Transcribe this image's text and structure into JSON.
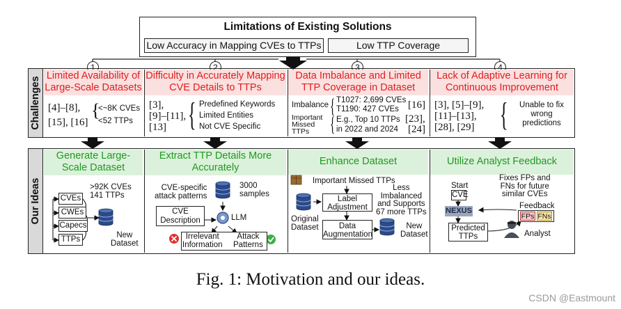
{
  "title": "Limitations of Existing Solutions",
  "limitations": [
    "Low Accuracy in Mapping CVEs to TTPs",
    "Low TTP Coverage"
  ],
  "row_labels": {
    "challenges": "Challenges",
    "ideas": "Our Ideas"
  },
  "numbers": [
    "1",
    "2",
    "3",
    "4"
  ],
  "challenges": {
    "c1": {
      "title_l1": "Limited Availability of",
      "title_l2": "Large-Scale Datasets",
      "cite1": "[4]–[8],",
      "cite2": "[15], [16]",
      "note1": "<~8K CVEs",
      "note2": "<52 TTPs"
    },
    "c2": {
      "title_l1": "Difficulty in Accurately Mapping",
      "title_l2": "CVE Details to TTPs",
      "cite1": "[3],",
      "cite2": "[9]–[11],",
      "cite3": "[13]",
      "item1": "Predefined Keywords",
      "item2": "Limited Entities",
      "item3": "Not CVE Specific"
    },
    "c3": {
      "title_l1": "Data Imbalance and Limited",
      "title_l2": "TTP Coverage in Dataset",
      "imb_label": "Imbalance",
      "imb1": "T1027: 2,699 CVEs",
      "imb2": "T1190: 427 CVEs",
      "imb_cite": "[16]",
      "missed_l1": "Important",
      "missed_l2": "Missed",
      "missed_l3": "TTPs",
      "missed_t1": "E.g., Top 10 TTPs",
      "missed_t2": "in 2022 and 2024",
      "missed_c1": "[23],",
      "missed_c2": "[24]"
    },
    "c4": {
      "title_l1": "Lack of Adaptive Learning for",
      "title_l2": "Continuous Improvement",
      "cite1": "[3], [5]–[9],",
      "cite2": "[11]–[13],",
      "cite3": "[28], [29]",
      "note1": "Unable to fix",
      "note2": "wrong",
      "note3": "predictions"
    }
  },
  "ideas": {
    "i1": {
      "title_l1": "Generate Large-",
      "title_l2": "Scale Dataset",
      "items": [
        "CVEs",
        "CWEs",
        "Capecs",
        "TTPs"
      ],
      "stat1": ">92K CVEs",
      "stat2": "141 TTPs",
      "out_l1": "New",
      "out_l2": "Dataset"
    },
    "i2": {
      "title_l1": "Extract TTP Details More",
      "title_l2": "Accurately",
      "src_l1": "CVE-specific",
      "src_l2": "attack patterns",
      "samples_l1": "3000",
      "samples_l2": "samples",
      "desc_l1": "CVE",
      "desc_l2": "Description",
      "llm": "LLM",
      "irr_l1": "Irrelevant",
      "irr_l2": "Information",
      "att_l1": "Attack",
      "att_l2": "Patterns"
    },
    "i3": {
      "title": "Enhance Dataset",
      "missed": "Important Missed TTPs",
      "label_l1": "Label",
      "label_l2": "Adjustment",
      "aug_l1": "Data",
      "aug_l2": "Augmentation",
      "orig_l1": "Original",
      "orig_l2": "Dataset",
      "res_l1": "Less",
      "res_l2": "Imbalanced",
      "res_l3": "and Supports",
      "res_l4": "67 more TTPs",
      "new_l1": "New",
      "new_l2": "Dataset"
    },
    "i4": {
      "title": "Utilize Analyst Feedback",
      "fix_l1": "Fixes FPs and",
      "fix_l2": "FNs for future",
      "fix_l3": "similar CVEs",
      "start": "Start",
      "cve": "CVE",
      "nexus": "NEXUS",
      "feedback": "Feedback",
      "fps": "FPs",
      "fns": "FNs",
      "pred_l1": "Predicted",
      "pred_l2": "TTPs",
      "analyst": "Analyst"
    }
  },
  "caption": "Fig. 1: Motivation and our ideas.",
  "watermark": "CSDN @Eastmount",
  "colors": {
    "red": "#e01d1d",
    "red_bg": "#fbe0e0",
    "green": "#1e9a1e",
    "green_bg": "#dcf1dc",
    "sidebar_bg": "#d9d9d9",
    "fp_bg": "#f7c9c9",
    "fn_bg": "#fbe7a6",
    "nexus_bg": "#9aa7bd"
  }
}
